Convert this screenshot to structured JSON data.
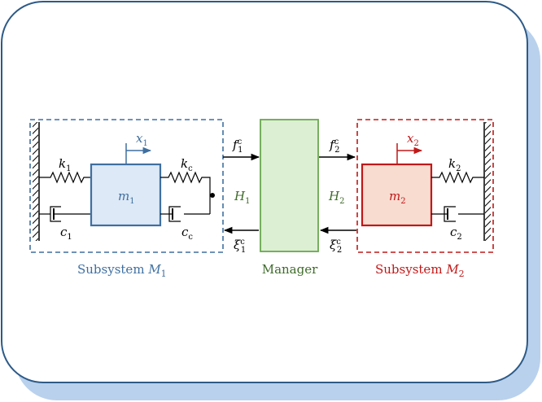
{
  "subsystem1": {
    "caption": "Subsystem ",
    "caption_math": "M",
    "caption_sub": "1",
    "mass": "m",
    "mass_sub": "1",
    "position": "x",
    "position_sub": "1",
    "spring": "k",
    "spring_sub": "1",
    "damper": "c",
    "damper_sub": "1",
    "coupling_spring": "k",
    "coupling_spring_sub": "c",
    "coupling_damper": "c",
    "coupling_damper_sub": "c"
  },
  "subsystem2": {
    "caption": "Subsystem ",
    "caption_math": "M",
    "caption_sub": "2",
    "mass": "m",
    "mass_sub": "2",
    "position": "x",
    "position_sub": "2",
    "spring": "k",
    "spring_sub": "2",
    "damper": "c",
    "damper_sub": "2"
  },
  "manager": {
    "caption": "Manager",
    "h1": "H",
    "h1_sub": "1",
    "h2": "H",
    "h2_sub": "2"
  },
  "signals": {
    "f1": "f",
    "f1_sub": "1",
    "f1_sup": "c",
    "f2": "f",
    "f2_sub": "2",
    "f2_sup": "c",
    "xi1": "ξ",
    "xi1_sub": "1",
    "xi1_sup": "c",
    "xi2": "ξ",
    "xi2_sub": "2",
    "xi2_sup": "c"
  },
  "colors": {
    "subsystem1": "#3f6fa0",
    "subsystem1_fill": "#dde9f6",
    "subsystem2": "#c01818",
    "subsystem2_fill": "#f8dcd0",
    "manager": "#3e6b2a",
    "manager_fill": "#dcefd2",
    "manager_border": "#6aa84f",
    "frame": "#2d5a87",
    "frame_shadow": "#b9d1ec"
  }
}
